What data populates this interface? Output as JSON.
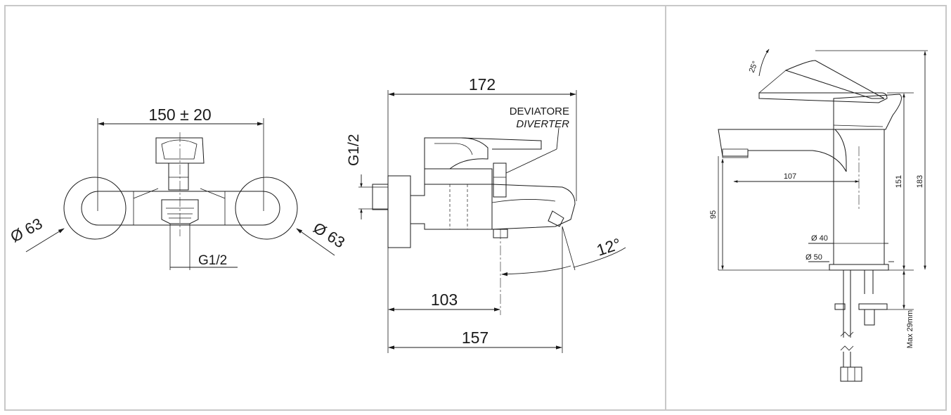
{
  "panel_left": {
    "front_view": {
      "dim_centers": "150 ± 20",
      "dim_inlet_left": "Ø 63",
      "dim_inlet_right": "Ø 63",
      "dim_outlet": "G1/2"
    },
    "side_view": {
      "dim_length": "172",
      "dim_thread": "G1/2",
      "label_it": "DEVIATORE",
      "label_en": "DIVERTER",
      "dim_angle": "12°",
      "dim_spout": "103",
      "dim_total": "157"
    }
  },
  "panel_right": {
    "dim_handle_angle": "25°",
    "dim_reach": "107",
    "dim_spout_height": "95",
    "dim_body_height": "151",
    "dim_total_height": "183",
    "dim_body_diam": "Ø 40",
    "dim_base_diam": "Ø 50",
    "dim_max_thickness": "Max 29mm"
  }
}
